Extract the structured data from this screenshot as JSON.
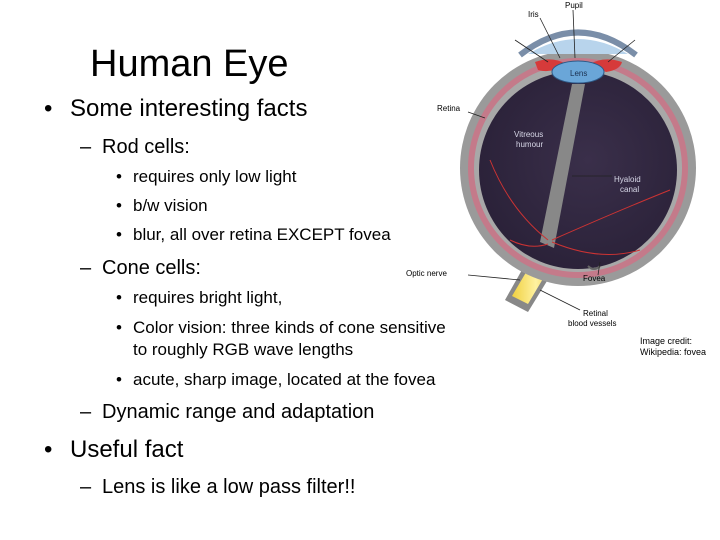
{
  "slide": {
    "title": "Human Eye",
    "bullets": {
      "fact1": "Some interesting facts",
      "rods": "Rod cells:",
      "rod1": "requires only low light",
      "rod2": "b/w vision",
      "rod3": "blur, all over retina EXCEPT fovea",
      "cones": "Cone cells:",
      "cone1": "requires bright light,",
      "cone2a": "Color vision: three kinds of cone sensitive",
      "cone2b": "to roughly RGB wave lengths",
      "cone3": "acute, sharp image, located at the fovea",
      "dynamic": "Dynamic range and adaptation",
      "fact2": "Useful fact",
      "lens": "Lens is like a low pass filter!!"
    },
    "markers": {
      "bullet": "•",
      "dash": "–"
    }
  },
  "diagram": {
    "labels": {
      "pupil": "Pupil",
      "iris": "Iris",
      "lens": "Lens",
      "retina": "Retina",
      "vitreous1": "Vitreous",
      "vitreous2": "humour",
      "hyaloid1": "Hyaloid",
      "hyaloid2": "canal",
      "optic": "Optic nerve",
      "fovea": "Fovea",
      "blood1": "Retinal",
      "blood2": "blood vessels"
    },
    "credit": {
      "line1": "Image credit:",
      "line2": "Wikipedia: fovea"
    }
  }
}
